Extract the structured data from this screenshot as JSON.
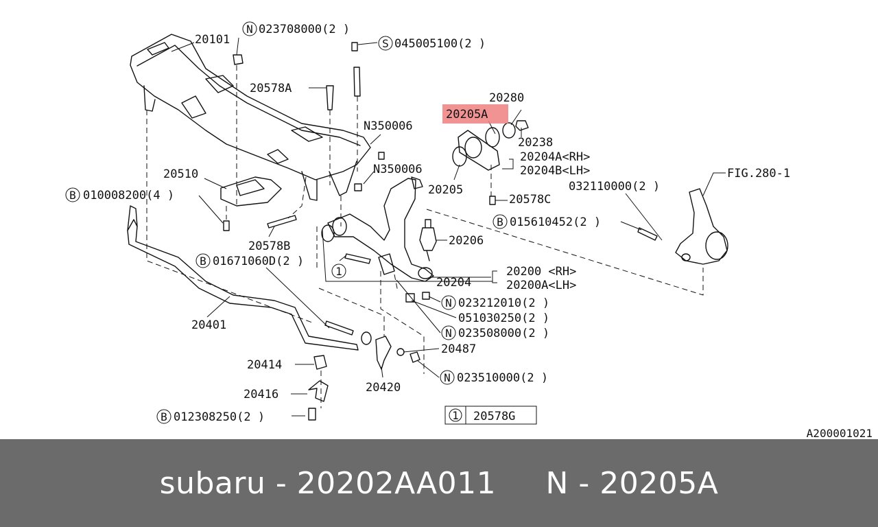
{
  "diagram": {
    "ref_code": "A200001021",
    "labels": {
      "p20101": "20101",
      "p023708000": "023708000(2 )",
      "p045005100": "045005100(2 )",
      "p20578A": "20578A",
      "pN350006a": "N350006",
      "pN350006b": "N350006",
      "p20510": "20510",
      "p010008200": "010008200(4 )",
      "p20578B": "20578B",
      "p20280": "20280",
      "p20205A": "20205A",
      "p20238": "20238",
      "p20204A": "20204A<RH>",
      "p20204B": "20204B<LH>",
      "p20205": "20205",
      "p20578C": "20578C",
      "pFIG": "FIG.280-1",
      "p032110000": "032110000(2 )",
      "p015610452": "015610452(2 )",
      "p20206": "20206",
      "p01671060D": "01671060D(2 )",
      "p20200": "20200 <RH>",
      "p20200A": "20200A<LH>",
      "p20204": "20204",
      "p023212010": "023212010(2 )",
      "p051030250": "051030250(2 )",
      "p023508000": "023508000(2 )",
      "p20401": "20401",
      "p20487": "20487",
      "p20414": "20414",
      "p023510000": "023510000(2 )",
      "p20420": "20420",
      "p20416": "20416",
      "p012308250": "012308250(2 )",
      "p20578G": "20578G"
    },
    "callouts": {
      "N": "N",
      "S": "S",
      "B": "B",
      "one": "1"
    },
    "highlight_color": "#f08080"
  },
  "footer": {
    "text": "subaru - 20202AA011     N - 20205A"
  }
}
